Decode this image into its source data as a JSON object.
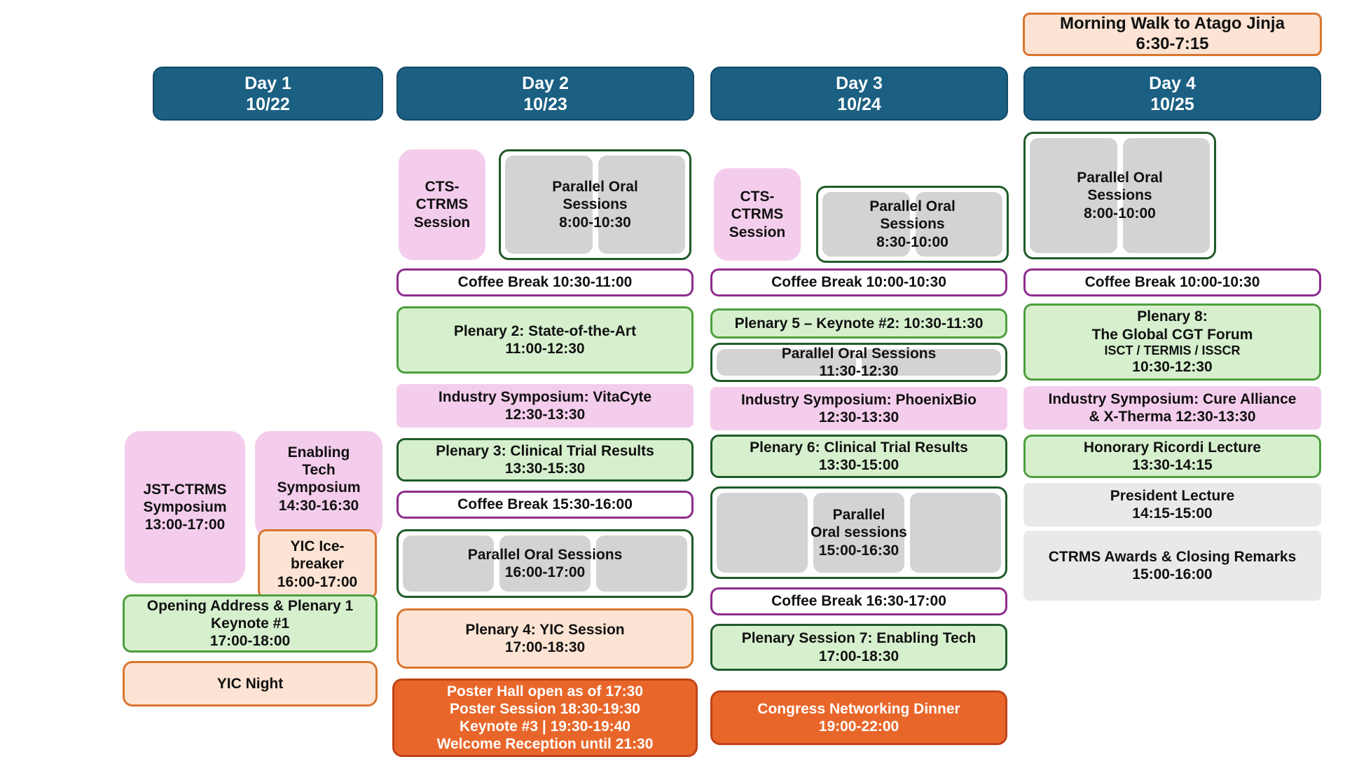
{
  "meta": {
    "title": "Congress Program Overview",
    "colors": {
      "day_header_bg": "#1b5f82",
      "plenary_bg": "#d6f0ce",
      "plenary_border": "#1e5b2a",
      "symposium_bg": "#f4cdec",
      "coffee_border": "#8d2b8d",
      "social_bg": "#fce3d3",
      "social_border": "#d9762f",
      "highlight_bg": "#e8662a",
      "parallel_slot_bg": "#d3d3d3",
      "grey_bg": "#e9e9e9"
    }
  },
  "pre_event": {
    "morning_walk": {
      "line1": "Morning Walk to Atago Jinja",
      "line2": "6:30-7:15"
    }
  },
  "days": [
    {
      "id": "day1",
      "title": "Day 1",
      "date": "10/22",
      "items": [
        {
          "id": "jst-ctrms-symposium",
          "lines": [
            "JST-CTRMS",
            "Symposium",
            "13:00-17:00"
          ]
        },
        {
          "id": "enabling-tech-symposium",
          "lines": [
            "Enabling",
            "Tech",
            "Symposium",
            "14:30-16:30"
          ]
        },
        {
          "id": "yic-ice-breaker",
          "lines": [
            "YIC Ice-",
            "breaker",
            "16:00-17:00"
          ]
        },
        {
          "id": "opening-address-plenary-1",
          "lines": [
            "Opening Address & Plenary 1",
            "Keynote #1",
            "17:00-18:00"
          ]
        },
        {
          "id": "yic-night",
          "lines": [
            "YIC Night"
          ]
        }
      ]
    },
    {
      "id": "day2",
      "title": "Day 2",
      "date": "10/23",
      "items": [
        {
          "id": "cts-ctrms-session",
          "lines": [
            "CTS-",
            "CTRMS",
            "Session"
          ]
        },
        {
          "id": "parallel-oral-sessions-morning",
          "lines": [
            "Parallel Oral",
            "Sessions",
            "8:00-10:30"
          ],
          "slots": 2
        },
        {
          "id": "coffee-break-1030",
          "lines": [
            "Coffee Break 10:30-11:00"
          ]
        },
        {
          "id": "plenary-2",
          "lines": [
            "Plenary 2: State-of-the-Art",
            "11:00-12:30"
          ]
        },
        {
          "id": "industry-symposium-vitacyte",
          "lines": [
            "Industry Symposium: VitaCyte",
            "12:30-13:30"
          ]
        },
        {
          "id": "plenary-3",
          "lines": [
            "Plenary 3: Clinical Trial Results",
            "13:30-15:30"
          ]
        },
        {
          "id": "coffee-break-1530",
          "lines": [
            "Coffee Break 15:30-16:00"
          ]
        },
        {
          "id": "parallel-oral-sessions-afternoon",
          "lines": [
            "Parallel Oral Sessions",
            "16:00-17:00"
          ],
          "slots": 3
        },
        {
          "id": "plenary-4-yic",
          "lines": [
            "Plenary 4: YIC Session",
            "17:00-18:30"
          ]
        },
        {
          "id": "poster-hall",
          "lines": [
            "Poster Hall open as of 17:30",
            "Poster Session 18:30-19:30",
            "Keynote #3 | 19:30-19:40",
            "Welcome Reception until 21:30"
          ]
        }
      ]
    },
    {
      "id": "day3",
      "title": "Day 3",
      "date": "10/24",
      "items": [
        {
          "id": "cts-ctrms-session",
          "lines": [
            "CTS-",
            "CTRMS",
            "Session"
          ]
        },
        {
          "id": "parallel-oral-sessions-morning",
          "lines": [
            "Parallel Oral",
            "Sessions",
            "8:30-10:00"
          ],
          "slots": 2
        },
        {
          "id": "coffee-break-1000",
          "lines": [
            "Coffee Break 10:00-10:30"
          ]
        },
        {
          "id": "plenary-5-keynote-2",
          "lines": [
            "Plenary 5 – Keynote #2: 10:30-11:30"
          ]
        },
        {
          "id": "parallel-oral-sessions-midday",
          "lines": [
            "Parallel Oral Sessions",
            "11:30-12:30"
          ],
          "slots": 2
        },
        {
          "id": "industry-symposium-phoenixbio",
          "lines": [
            "Industry Symposium: PhoenixBio",
            "12:30-13:30"
          ]
        },
        {
          "id": "plenary-6",
          "lines": [
            "Plenary 6: Clinical Trial Results",
            "13:30-15:00"
          ]
        },
        {
          "id": "parallel-oral-sessions-afternoon",
          "lines": [
            "Parallel",
            "Oral sessions",
            "15:00-16:30"
          ],
          "slots": 3
        },
        {
          "id": "coffee-break-1630",
          "lines": [
            "Coffee Break 16:30-17:00"
          ]
        },
        {
          "id": "plenary-session-7",
          "lines": [
            "Plenary Session 7: Enabling Tech",
            "17:00-18:30"
          ]
        },
        {
          "id": "congress-networking-dinner",
          "lines": [
            "Congress Networking Dinner",
            "19:00-22:00"
          ]
        }
      ]
    },
    {
      "id": "day4",
      "title": "Day 4",
      "date": "10/25",
      "items": [
        {
          "id": "parallel-oral-sessions-morning",
          "lines": [
            "Parallel Oral",
            "Sessions",
            "8:00-10:00"
          ],
          "slots": 2
        },
        {
          "id": "coffee-break-1000",
          "lines": [
            "Coffee Break 10:00-10:30"
          ]
        },
        {
          "id": "plenary-8",
          "lines": [
            "Plenary 8:",
            "The Global CGT Forum",
            "ISCT / TERMIS / ISSCR",
            "10:30-12:30"
          ]
        },
        {
          "id": "industry-symposium-cure-alliance",
          "lines": [
            "Industry Symposium: Cure Alliance",
            "& X-Therma 12:30-13:30"
          ]
        },
        {
          "id": "honorary-ricordi-lecture",
          "lines": [
            "Honorary Ricordi Lecture",
            "13:30-14:15"
          ]
        },
        {
          "id": "president-lecture",
          "lines": [
            "President Lecture",
            "14:15-15:00"
          ]
        },
        {
          "id": "ctrms-awards-closing",
          "lines": [
            "CTRMS Awards & Closing Remarks",
            "15:00-16:00"
          ]
        }
      ]
    }
  ]
}
